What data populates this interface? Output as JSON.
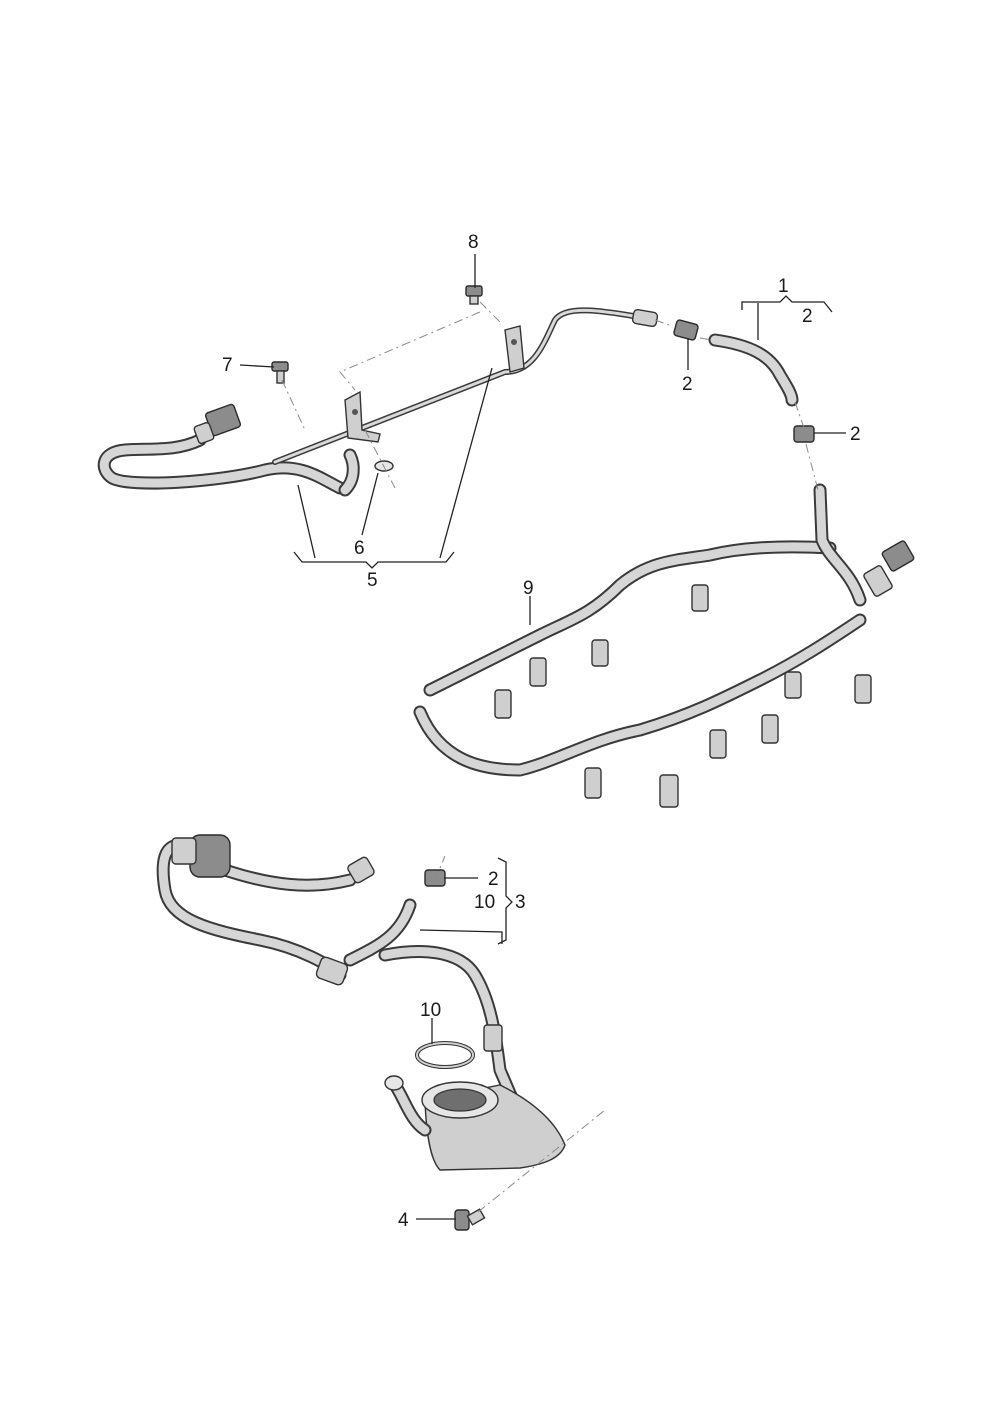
{
  "callouts": {
    "c1": "1",
    "c2_top_bracket": "2",
    "c2_clamp_top": "2",
    "c2_clamp_right": "2",
    "c2_clamp_lower": "2",
    "c3": "3",
    "c4": "4",
    "c5": "5",
    "c6": "6",
    "c7": "7",
    "c8": "8",
    "c9": "9",
    "c10_bracket": "10",
    "c10_ring": "10"
  },
  "icons": {
    "upper_fuel_line": "tube-assembly",
    "short_hose": "hose",
    "fuel_rail": "injector-rail",
    "feed_line": "tube-assembly",
    "pump_housing": "flange-housing",
    "bolts": "bolt",
    "clamps": "hose-clamp",
    "seal": "o-ring"
  }
}
